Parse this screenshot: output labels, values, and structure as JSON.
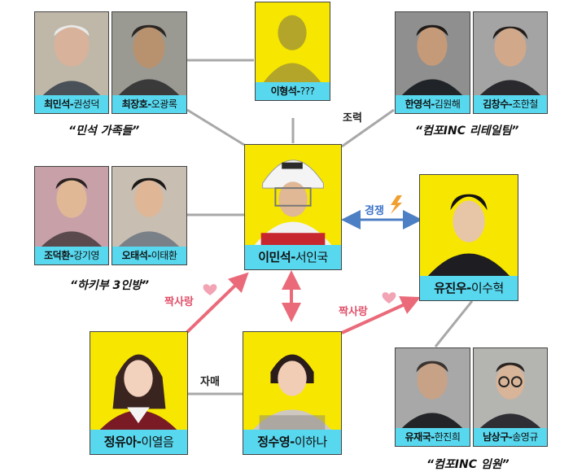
{
  "cards": [
    {
      "id": "choi-minseok",
      "role": "최민석",
      "actor": "권성덕",
      "bg": "#f7e700"
    },
    {
      "id": "choi-jangho",
      "role": "최장호",
      "actor": "오광록",
      "bg": "#f7e700"
    },
    {
      "id": "lee-hyeongseok",
      "role": "이형석",
      "actor": "???",
      "bg": "#f7e700"
    },
    {
      "id": "han-yeongseok",
      "role": "한영석",
      "actor": "김원해",
      "bg": "#f7e700"
    },
    {
      "id": "kim-changsu",
      "role": "김창수",
      "actor": "조한철",
      "bg": "#f7e700"
    },
    {
      "id": "jo-deokhwan",
      "role": "조덕환",
      "actor": "강기영",
      "bg": "#f7e700"
    },
    {
      "id": "oh-taeseok",
      "role": "오태석",
      "actor": "이태환",
      "bg": "#f7e700"
    },
    {
      "id": "lee-minseok",
      "role": "이민석",
      "actor": "서인국",
      "bg": "#f7e700"
    },
    {
      "id": "yoo-jinwoo",
      "role": "유진우",
      "actor": "이수혁",
      "bg": "#f7e700"
    },
    {
      "id": "jeong-yuah",
      "role": "정유아",
      "actor": "이열음",
      "bg": "#f7e700"
    },
    {
      "id": "jeong-suyeong",
      "role": "정수영",
      "actor": "이하나",
      "bg": "#f7e700"
    },
    {
      "id": "yoo-jaeguk",
      "role": "유재국",
      "actor": "한진희",
      "bg": "#f7e700"
    },
    {
      "id": "nam-sanggu",
      "role": "남상구",
      "actor": "송영규",
      "bg": "#f7e700"
    }
  ],
  "captions": {
    "minseok_family": "“민석 가족들”",
    "kumpo_retail": "“컴포INC 리테일팀”",
    "hakibu": "“하키부 3인방”",
    "kumpo_exec": "“컴포INC 임원”"
  },
  "relations": {
    "cooperation": "조력",
    "rivalry": "경쟁",
    "crush_left": "짝사랑",
    "crush_right": "짝사랑",
    "sisters": "자매"
  },
  "label_dash": "-",
  "colors": {
    "card_bg": "#f7e700",
    "label_bg": "#57d8ef",
    "line": "#a8a8a8",
    "rivalry_arrow": "#4d7fc4",
    "crush_arrow": "#ea6a7a",
    "rivalry_text": "#3e75c8",
    "crush_text": "#e0506a",
    "spark": "#f0a030",
    "heart": "#f2a3b4"
  }
}
